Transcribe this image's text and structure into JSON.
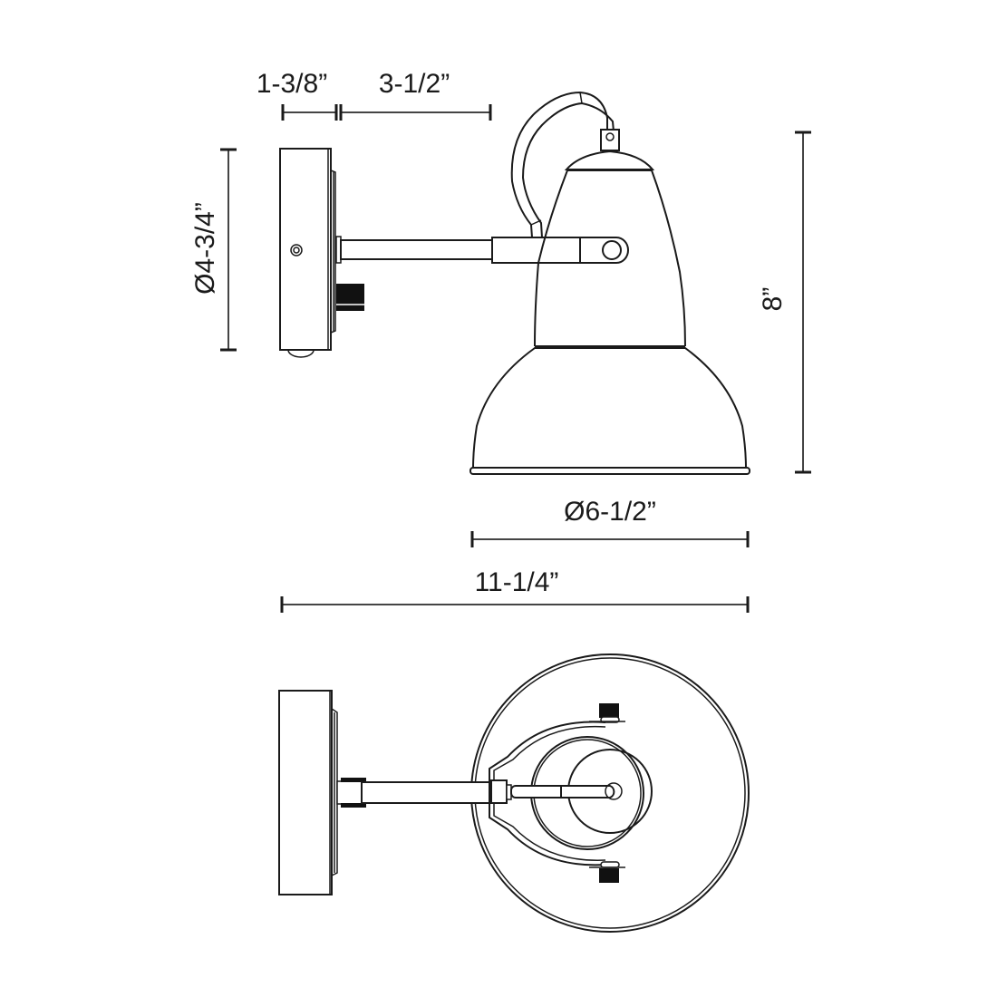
{
  "diagram": {
    "subject": "Wall sconce dimension drawing",
    "views": [
      "side-view",
      "top-view"
    ],
    "dimensions": {
      "backplate_depth": "1-3/8”",
      "arm_extension": "3-1/2”",
      "backplate_diameter": "Ø4-3/4”",
      "height": "8”",
      "shade_diameter": "Ø6-1/2”",
      "overall_extension": "11-1/4”"
    },
    "colors": {
      "line": "#1a1a1a",
      "background": "#ffffff"
    }
  }
}
